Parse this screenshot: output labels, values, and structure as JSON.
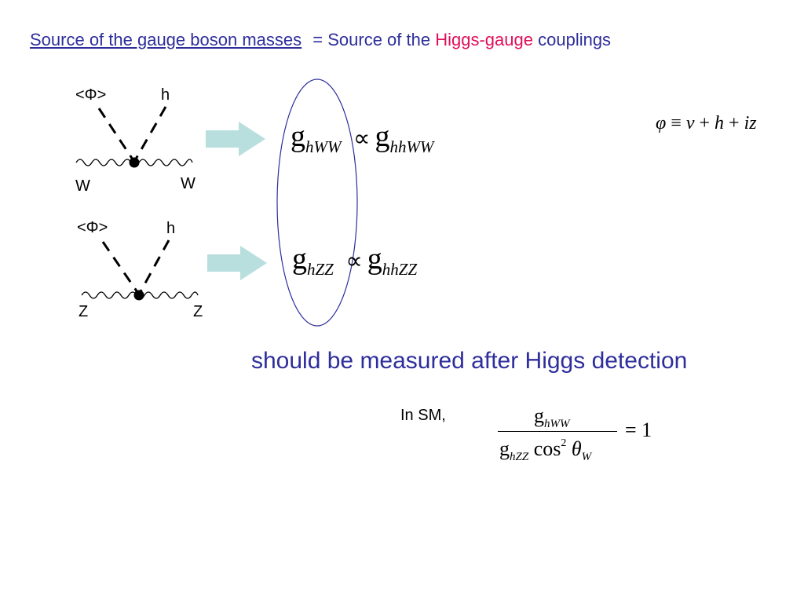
{
  "title": {
    "underlined": "Source of the gauge boson masses",
    "equals": "=",
    "middle": "Source of the",
    "highlight": "Higgs-gauge",
    "end": "couplings"
  },
  "diagram_w": {
    "vev_label": "<Φ>",
    "higgs_label": "h",
    "left_boson": "W",
    "right_boson": "W"
  },
  "diagram_z": {
    "vev_label": "<Φ>",
    "higgs_label": "h",
    "left_boson": "Z",
    "right_boson": "Z"
  },
  "relation_w": {
    "lhs_symbol": "g",
    "lhs_sub": "hWW",
    "operator": "∝",
    "rhs_symbol": "g",
    "rhs_sub": "hhWW"
  },
  "relation_z": {
    "lhs_symbol": "g",
    "lhs_sub": "hZZ",
    "operator": "∝",
    "rhs_symbol": "g",
    "rhs_sub": "hhZZ"
  },
  "field_expansion": {
    "phi": "φ",
    "equiv": "≡",
    "v": "v",
    "plus1": "+",
    "h": "h",
    "plus2": "+",
    "iz": "iz"
  },
  "measurement_note": "should be measured after Higgs detection",
  "sm_relation": {
    "prefix": "In SM,",
    "num_symbol": "g",
    "num_sub": "hWW",
    "den_symbol": "g",
    "den_sub": "hZZ",
    "den_cos": "cos",
    "den_power": "2",
    "den_theta": "θ",
    "den_theta_sub": "W",
    "rhs": "= 1"
  },
  "colors": {
    "title_blue": "#2e2e9c",
    "highlight_pink": "#e0105a",
    "arrow_fill": "#b8dede",
    "ellipse_stroke": "#2e2e9c"
  }
}
